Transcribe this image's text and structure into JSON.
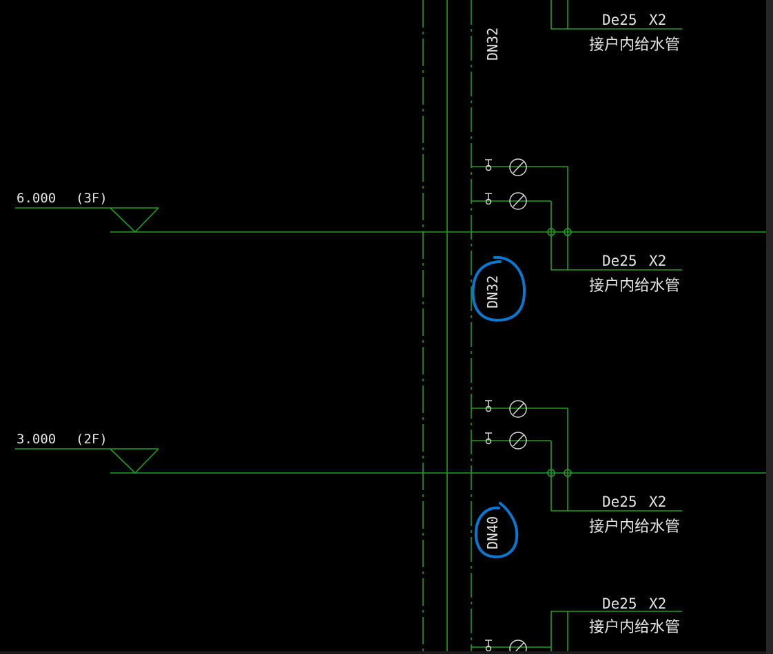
{
  "colors": {
    "background": "#000000",
    "pipe_line": "#1fa01f",
    "text": "#e6e6e6",
    "fixture": "#d8d8d8",
    "annotation": "#0a78d0"
  },
  "levels": [
    {
      "elevation": "6.000",
      "floor": "(3F)"
    },
    {
      "elevation": "3.000",
      "floor": "(2F)"
    }
  ],
  "riser_labels": {
    "top": "DN32",
    "middle": "DN32",
    "bottom": "DN40"
  },
  "branches": [
    {
      "size": "De25",
      "count": "X2",
      "desc": "接户内给水管"
    },
    {
      "size": "De25",
      "count": "X2",
      "desc": "接户内给水管"
    },
    {
      "size": "De25",
      "count": "X2",
      "desc": "接户内给水管"
    },
    {
      "size": "De25",
      "count": "X2",
      "desc": "接户内给水管"
    }
  ],
  "icons": {
    "valve": "gate-valve-icon",
    "meter": "water-meter-icon",
    "level_marker": "level-triangle-icon"
  }
}
